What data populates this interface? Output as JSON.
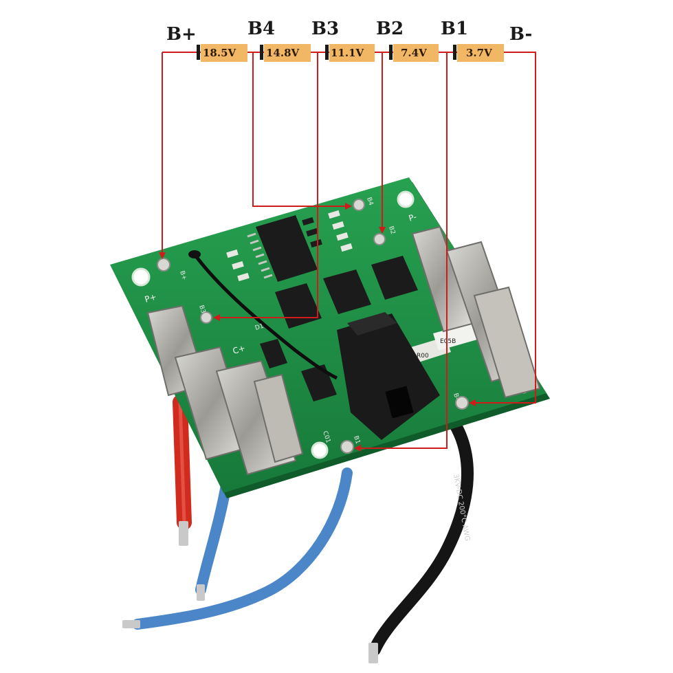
{
  "nodes": [
    {
      "id": "b_plus",
      "label": "B+"
    },
    {
      "id": "b4",
      "label": "B4"
    },
    {
      "id": "b3",
      "label": "B3"
    },
    {
      "id": "b2",
      "label": "B2"
    },
    {
      "id": "b1",
      "label": "B1"
    },
    {
      "id": "b_minus",
      "label": "B-"
    }
  ],
  "cells": [
    {
      "voltage": "18.5V"
    },
    {
      "voltage": "14.8V"
    },
    {
      "voltage": "11.1V"
    },
    {
      "voltage": "7.4V"
    },
    {
      "voltage": "3.7V"
    }
  ],
  "board": {
    "silkscreen": {
      "p_plus": "P+",
      "p_minus": "P-",
      "c_plus": "C+",
      "b_plus": "B+",
      "b4": "B4",
      "b3": "B3",
      "b2": "B2",
      "b1": "B1",
      "b_minus": "B-",
      "resistor_code": "R00",
      "mosfet_code": "E05B",
      "ic_code": "D1",
      "cap_code": "C01",
      "neg_code": "B-"
    },
    "wire_print": "3KV-DC 200°C AWG"
  },
  "colors": {
    "wire_arrow": "#d11a1a",
    "pcb_green": "#1f8f45",
    "cell_fill": "#f2b764",
    "red_wire": "#d12a1f",
    "blue_wire": "#4a86c8",
    "black_wire": "#151515"
  }
}
